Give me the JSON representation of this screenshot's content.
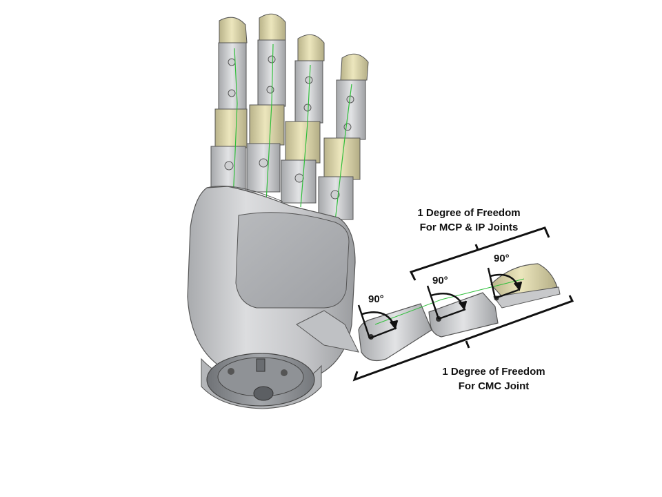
{
  "labels": {
    "mcp_ip": {
      "line1": "1 Degree of Freedom",
      "line2": "For MCP & IP Joints"
    },
    "cmc": {
      "line1": "1 Degree of Freedom",
      "line2": "For CMC Joint"
    }
  },
  "angles": {
    "cmc": "90°",
    "mcp": "90°",
    "ip": "90°"
  },
  "colors": {
    "shell": "#c9cacc",
    "finger_sleeve": "#d8d3a8",
    "tendon": "#2fbf3a",
    "bracket": "#111111",
    "base": "#8a8d91"
  }
}
